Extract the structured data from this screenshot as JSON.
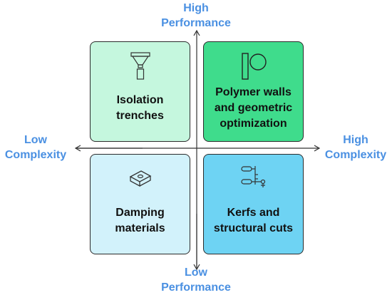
{
  "axes": {
    "top": {
      "line1": "High",
      "line2": "Performance"
    },
    "bottom": {
      "line1": "Low",
      "line2": "Performance"
    },
    "left": {
      "line1": "Low",
      "line2": "Complexity"
    },
    "right": {
      "line1": "High",
      "line2": "Complexity"
    }
  },
  "quadrants": {
    "top_left": {
      "line1": "Isolation",
      "line2": "trenches",
      "icon": "funnel-trench-icon",
      "color": "#c5f7de"
    },
    "top_right": {
      "line1": "Polymer walls",
      "line2": "and geometric",
      "line3": "optimization",
      "icon": "wall-panel-icon",
      "color": "#3fdc8c"
    },
    "bottom_left": {
      "line1": "Damping",
      "line2": "materials",
      "icon": "damping-block-icon",
      "color": "#d2f2fb"
    },
    "bottom_right": {
      "line1": "Kerfs and",
      "line2": "structural cuts",
      "icon": "cut-tool-icon",
      "color": "#6ed3f3"
    }
  },
  "colors": {
    "axis_label": "#4a90e2",
    "axis_line": "#333333",
    "border": "#2b2b2b"
  }
}
